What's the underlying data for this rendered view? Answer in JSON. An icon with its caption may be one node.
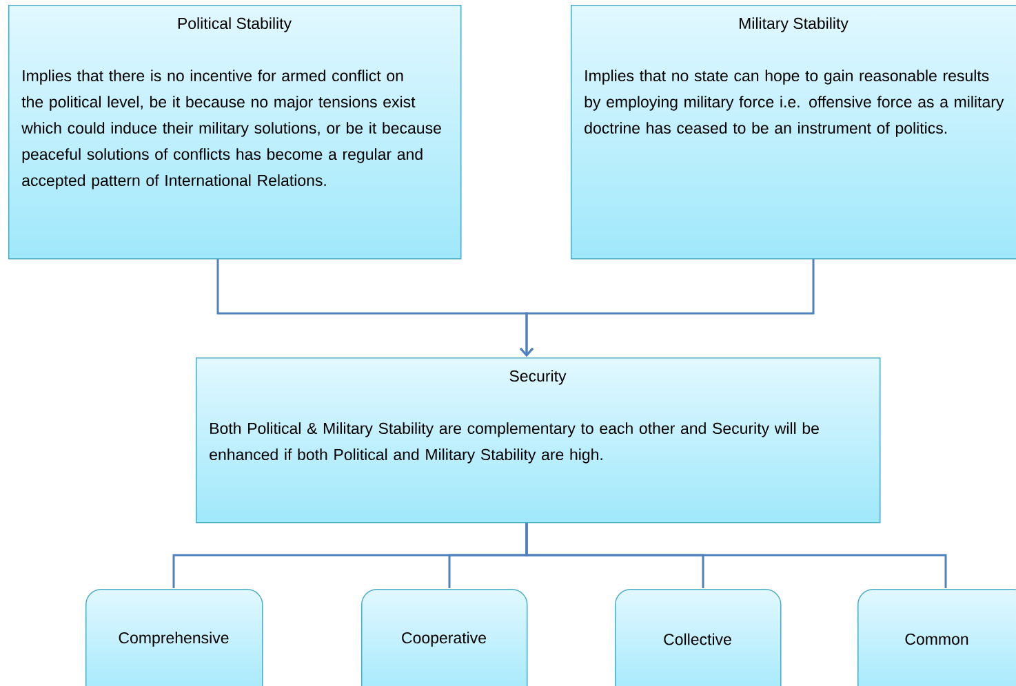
{
  "diagram": {
    "nodes": [
      {
        "text": [
          "Political Stability",
          "Implies that there is no incentive for armed conflict on the political level, be it because no major tensions exist which could induce their military solutions, or be it because peaceful solutions of conflicts has become a regular and accepted pattern of International Relations."
        ]
      },
      {
        "text": [
          "Military Stability",
          "Implies that no state can hope to gain reasonable results by employing military force i.e. offensive force as a military doctrine has ceased to be an instrument of politics."
        ]
      },
      {
        "text": [
          "Security",
          "Both Political & Military Stability are complementary to each other and Security will be enhanced if both Political and Military Stability are high."
        ]
      },
      {
        "text": [
          "Comprehensive"
        ]
      },
      {
        "text": [
          "Cooperative"
        ]
      },
      {
        "text": [
          "Collective"
        ]
      },
      {
        "text": [
          "Common"
        ]
      }
    ],
    "edges": [
      {
        "from": 0,
        "to": 2,
        "arrow": "to"
      },
      {
        "from": 1,
        "to": 2,
        "arrow": "to"
      },
      {
        "from": 2,
        "to": 3,
        "arrow": "none"
      },
      {
        "from": 2,
        "to": 4,
        "arrow": "none"
      },
      {
        "from": 2,
        "to": 5,
        "arrow": "none"
      },
      {
        "from": 2,
        "to": 6,
        "arrow": "none"
      }
    ]
  }
}
